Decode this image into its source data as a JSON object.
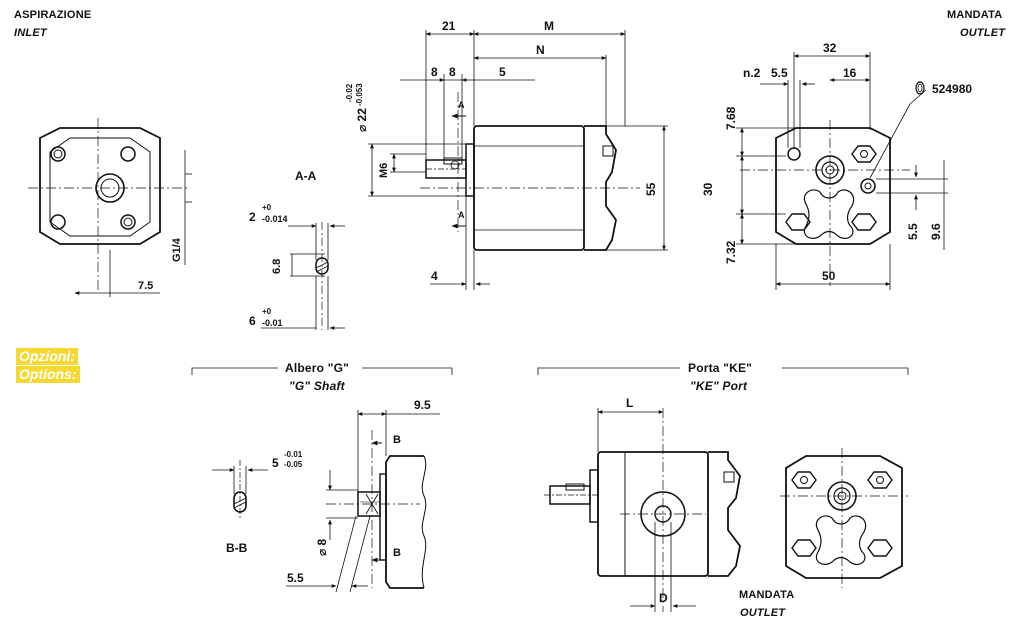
{
  "header": {
    "inlet_it": "ASPIRAZIONE",
    "inlet_en": "INLET",
    "outlet_it": "MANDATA",
    "outlet_en": "OUTLET"
  },
  "options": {
    "it": "Opzioni:",
    "en": "Options:"
  },
  "sections": {
    "section_aa": "A-A",
    "section_bb": "B-B",
    "shaft_it": "Albero \"G\"",
    "shaft_en": "\"G\" Shaft",
    "port_it": "Porta \"KE\"",
    "port_en": "\"KE\" Port",
    "port_outlet_it": "MANDATA",
    "port_outlet_en": "OUTLET",
    "section_mark_a": "A",
    "section_mark_b": "B"
  },
  "dimensions": {
    "inlet_port": "G1/4",
    "inlet_offset": "7.5",
    "key_width": "2",
    "key_width_tol_upper": "+0",
    "key_width_tol_lower": "-0.014",
    "key_height": "6.8",
    "shaft_flat": "6",
    "shaft_flat_tol_upper": "+0",
    "shaft_flat_tol_lower": "-0.01",
    "d21": "21",
    "dM": "M",
    "dN": "N",
    "d8a": "8",
    "d8b": "8",
    "d5": "5",
    "pilot_dia": "⌀ 22",
    "pilot_tol_upper": "-0.02",
    "pilot_tol_lower": "-0.053",
    "thread": "M6",
    "height55": "55",
    "flange4": "4",
    "n2": "n.2",
    "d55a": "5.5",
    "d32": "32",
    "d16": "16",
    "part_no": "524980",
    "d768": "7.68",
    "d30": "30",
    "d732": "7.32",
    "d50": "50",
    "d55b": "5.5",
    "d96": "9.6",
    "g_flat": "5",
    "g_flat_tol_upper": "-0.01",
    "g_flat_tol_lower": "-0.05",
    "g_len": "9.5",
    "g_dia": "⌀ 8",
    "g_chamfer": "5.5",
    "ke_L": "L",
    "ke_D": "D"
  }
}
